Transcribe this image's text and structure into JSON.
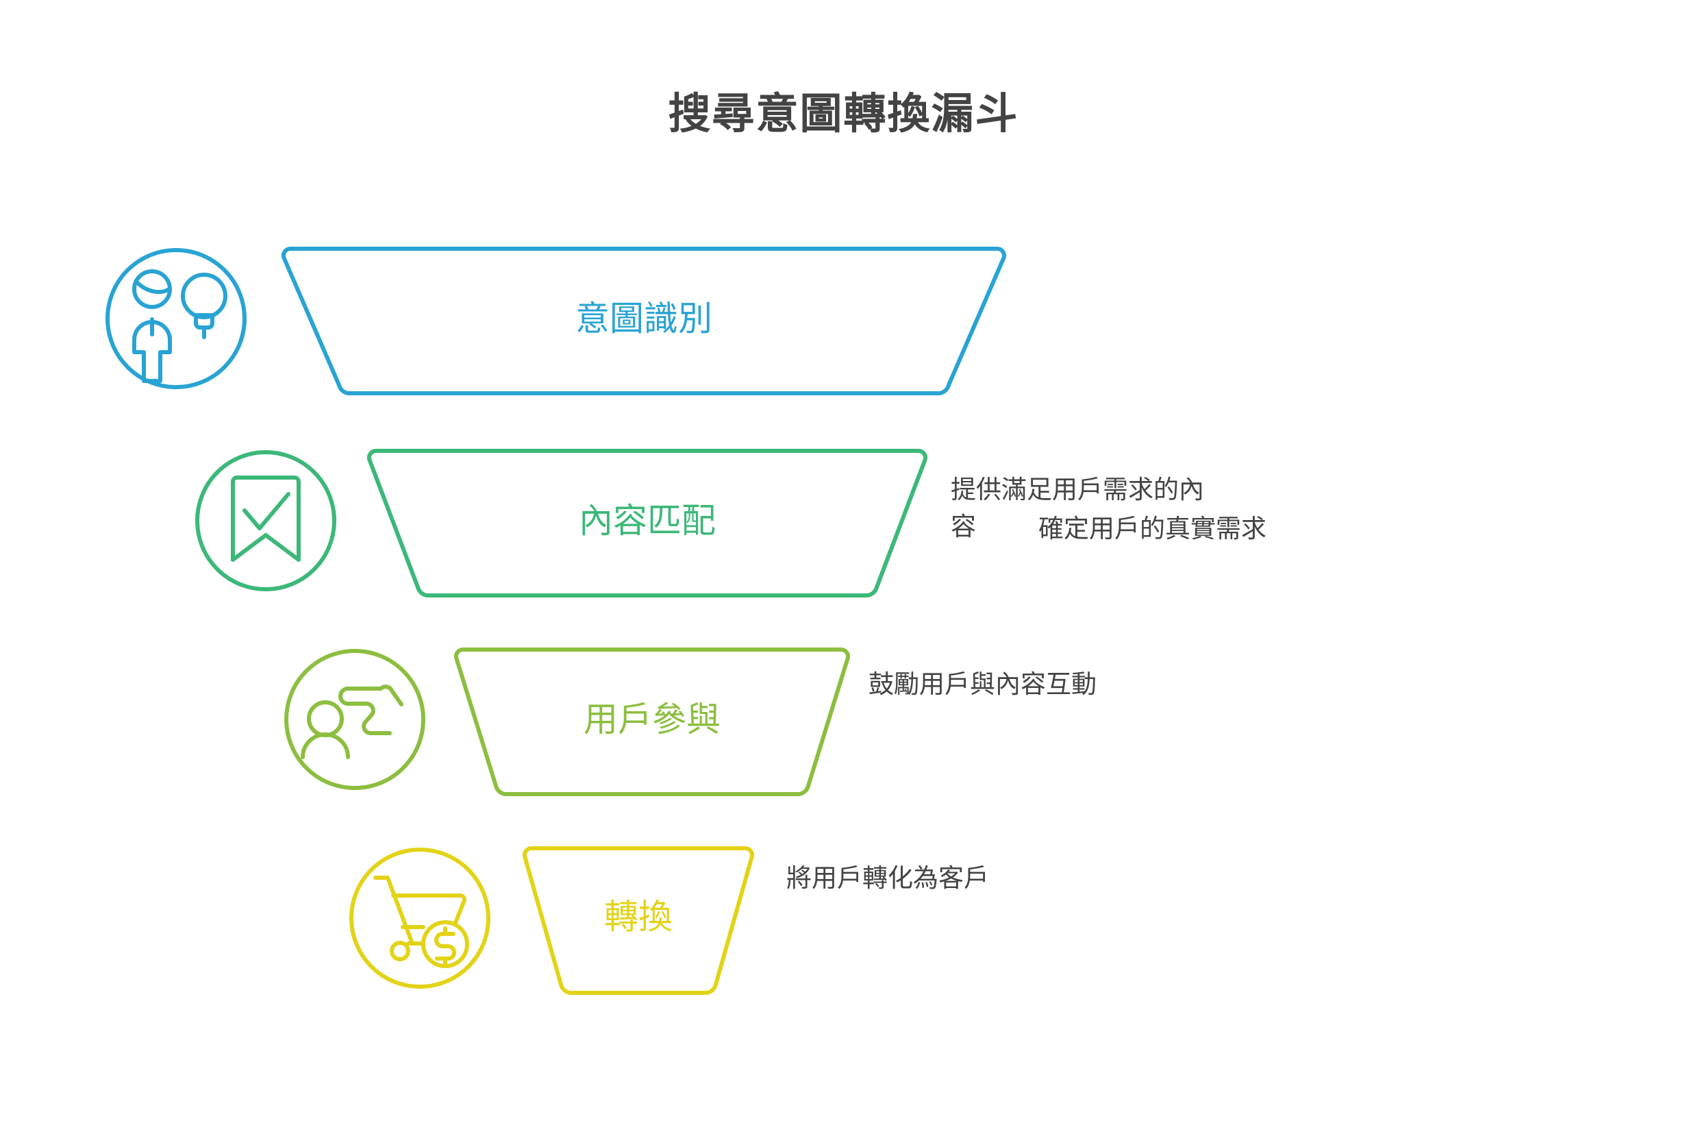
{
  "title": "搜尋意圖轉換漏斗",
  "colors": {
    "title": "#434343",
    "description": "#434343",
    "stage_1": "#29A3D4",
    "stage_2": "#3CB878",
    "stage_3": "#8CBE3F",
    "stage_4": "#E3D317",
    "background": "#FFFFFF"
  },
  "funnel": {
    "type": "funnel",
    "orientation": "vertical",
    "stages": [
      {
        "index": 1,
        "label": "意圖識別",
        "description": "確定用戶的真實需求",
        "description_lines": [
          "確定用戶的真實需求"
        ],
        "color": "#29A3D4",
        "icon": "person-lightbulb-icon",
        "band_top_width": 1060,
        "band_bottom_width": 880
      },
      {
        "index": 2,
        "label": "內容匹配",
        "description": "提供滿足用戶需求的內容",
        "description_lines": [
          "提供滿足用戶需求的內",
          "容"
        ],
        "color": "#3CB878",
        "icon": "bookmark-check-icon",
        "band_top_width": 820,
        "band_bottom_width": 660
      },
      {
        "index": 3,
        "label": "用戶參與",
        "description": "鼓勵用戶與內容互動",
        "description_lines": [
          "鼓勵用戶與內容互動"
        ],
        "color": "#8CBE3F",
        "icon": "user-engagement-icon",
        "band_top_width": 580,
        "band_bottom_width": 430
      },
      {
        "index": 4,
        "label": "轉換",
        "description": "將用戶轉化為客戶",
        "description_lines": [
          "將用戶轉化為客戶"
        ],
        "color": "#E3D317",
        "icon": "shopping-cart-dollar-icon",
        "band_top_width": 340,
        "band_bottom_width": 200
      }
    ]
  }
}
